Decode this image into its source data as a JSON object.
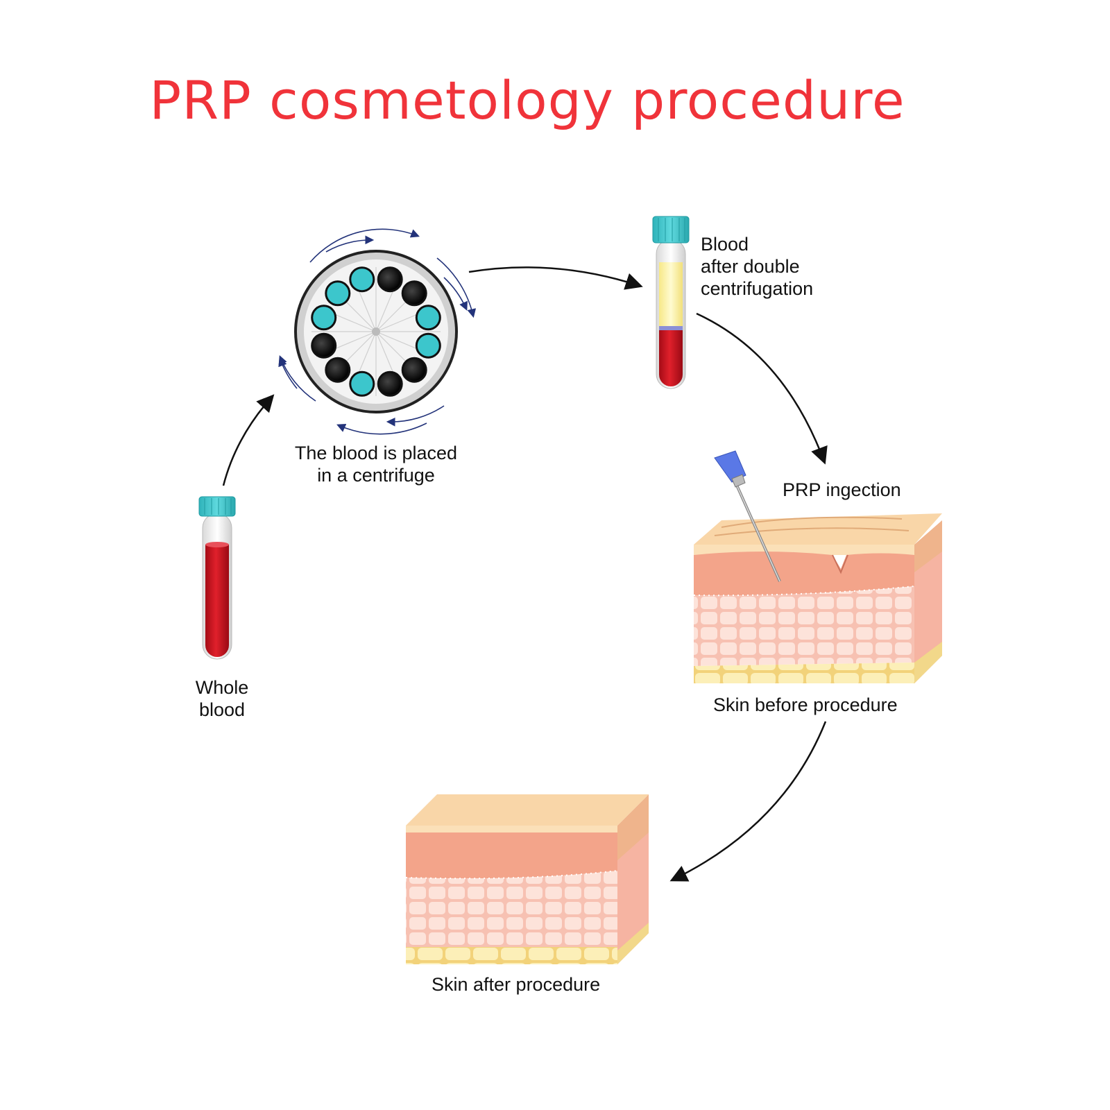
{
  "title": "PRP cosmetology procedure",
  "steps": [
    {
      "id": "whole-blood",
      "label": "Whole\nblood"
    },
    {
      "id": "centrifuge",
      "label": "The blood is placed\nin a centrifuge"
    },
    {
      "id": "double-centrifugation",
      "label": "Blood\nafter double\ncentrifugation"
    },
    {
      "id": "prp-injection",
      "label": "PRP ingection"
    },
    {
      "id": "skin-before",
      "label": "Skin before procedure"
    },
    {
      "id": "skin-after",
      "label": "Skin after procedure"
    }
  ],
  "colors": {
    "title": "#f0333a",
    "blood": "#c8101c",
    "plasma": "#fff6a8",
    "cap": "#3cc6cc",
    "epidermis": "#f8d2a4",
    "dermis": "#f4a088",
    "fat": "#fbe9a8"
  }
}
